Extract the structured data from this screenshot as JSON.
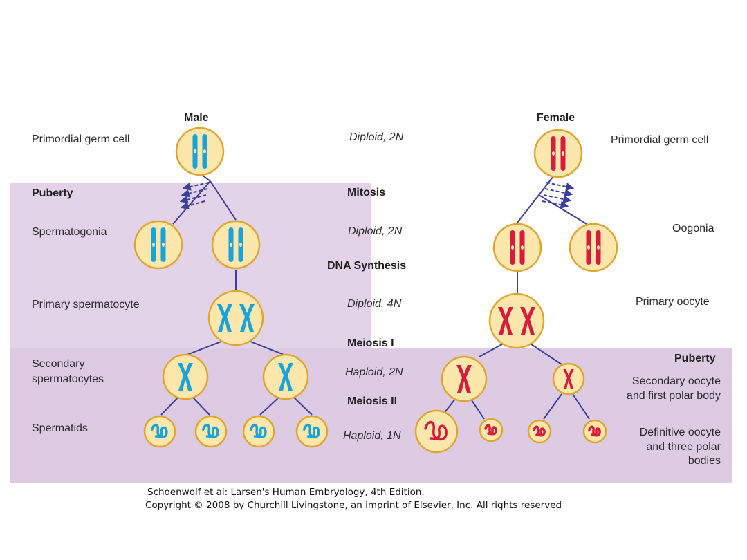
{
  "headers": {
    "male": "Male",
    "female": "Female"
  },
  "male_stages": {
    "primordial": "Primordial germ cell",
    "puberty": "Puberty",
    "spermatogonia": "Spermatogonia",
    "primary": "Primary spermatocyte",
    "secondary_line1": "Secondary",
    "secondary_line2": "spermatocytes",
    "spermatids": "Spermatids"
  },
  "middle": {
    "ploidy_primordial": "Diploid, 2N",
    "mitosis": "Mitosis",
    "ploidy_gonia": "Diploid, 2N",
    "dna_synthesis": "DNA Synthesis",
    "ploidy_primary": "Diploid, 4N",
    "meiosis1": "Meiosis I",
    "ploidy_secondary": "Haploid, 2N",
    "meiosis2": "Meiosis II",
    "ploidy_final": "Haploid, 1N"
  },
  "female_stages": {
    "primordial": "Primordial germ cell",
    "oogonia": "Oogonia",
    "primary": "Primary oocyte",
    "puberty": "Puberty",
    "secondary_line1": "Secondary oocyte",
    "secondary_line2": "and first polar body",
    "definitive_line1": "Definitive oocyte",
    "definitive_line2": "and three polar",
    "definitive_line3": "bodies"
  },
  "credit": {
    "line1": "Schoenwolf et al: Larsen's Human Embryology, 4th Edition.",
    "line2": "Copyright © 2008 by Churchill Livingstone, an imprint of Elsevier, Inc. All rights reserved"
  },
  "colors": {
    "shaded_region": "#e2d3e8",
    "cell_fill": "#fbe6ac",
    "cell_border": "#e0a530",
    "male_chromosome": "#1aa3d9",
    "female_chromosome": "#d81a3c",
    "connector": "#3a3f9c"
  }
}
